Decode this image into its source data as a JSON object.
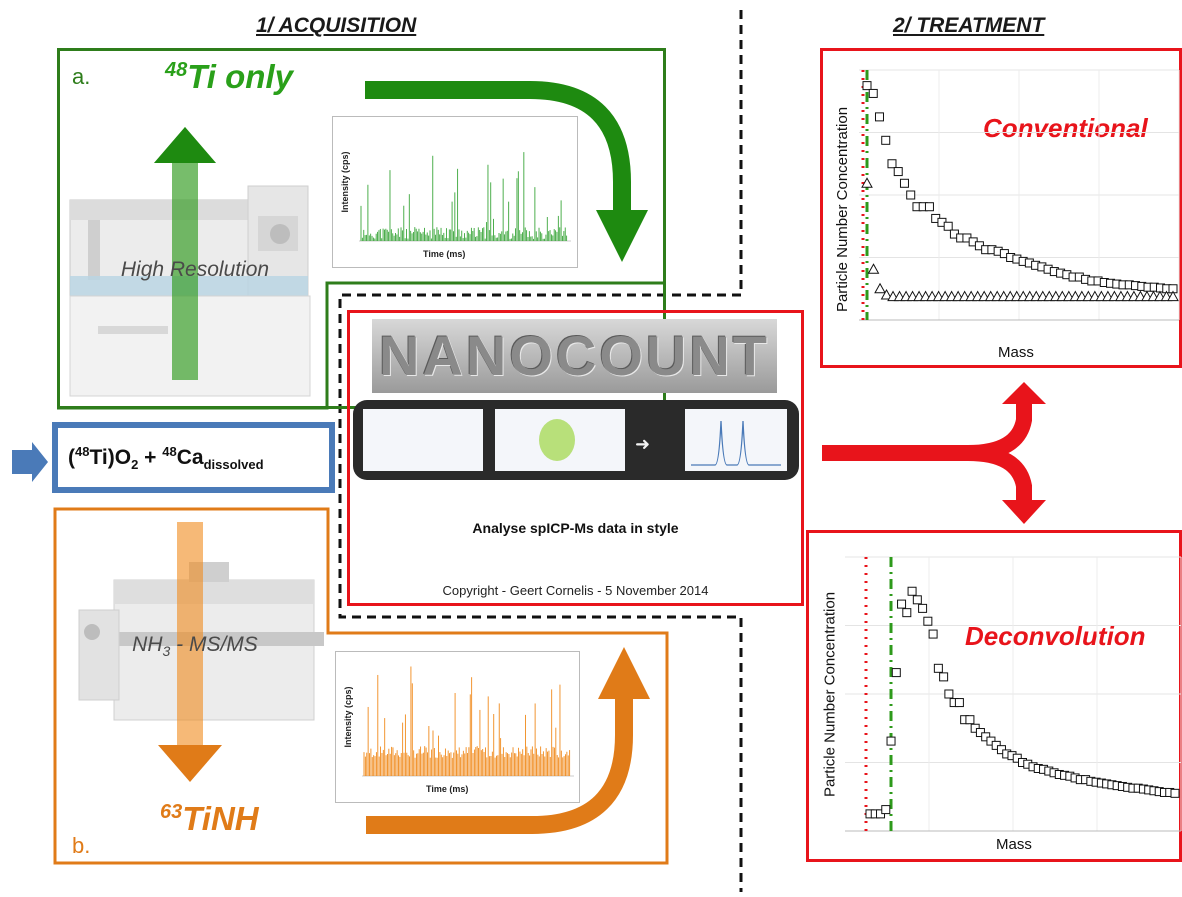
{
  "headings": {
    "acquisition": "1/ ACQUISITION",
    "treatment": "2/ TREATMENT"
  },
  "acquisition": {
    "a": {
      "letter": "a.",
      "isotope_sup": "48",
      "isotope_text": "Ti only",
      "machine_label": "High Resolution",
      "mini_chart": {
        "ylabel": "Intensity (cps)",
        "xlabel": "Time (ms)",
        "color": "#3aa63a"
      }
    },
    "b": {
      "letter": "b.",
      "isotope_sup": "63",
      "isotope_text": "TiNH",
      "machine_label_main": "NH",
      "machine_label_sub": "3",
      "machine_label_rest": " - MS/MS",
      "mini_chart": {
        "ylabel": "Intensity (cps)",
        "xlabel": "Time (ms)",
        "color": "#f08a1c"
      }
    }
  },
  "sample": {
    "open": "(",
    "sup1": "48",
    "ti": "Ti)O",
    "sub2": "2",
    "plus": " + ",
    "sup2": "48",
    "ca": "Ca",
    "sub_dissolved": "dissolved"
  },
  "nanocount": {
    "logo": "NANOCOUNT",
    "tagline": "Analyse spICP-Ms data in style",
    "copyright": "Copyright - Geert Cornelis - 5 November 2014"
  },
  "treatment": {
    "conventional": {
      "title": "Conventional",
      "ylabel": "Particle Number Concentration",
      "xlabel": "Mass"
    },
    "deconvolution": {
      "title": "Deconvolution",
      "ylabel": "Particle Number Concentration",
      "xlabel": "Mass"
    }
  },
  "colors": {
    "green": "#2e7d1b",
    "orange": "#e07b18",
    "red": "#e8141b",
    "blue": "#4a7ab8"
  },
  "chart_data": [
    {
      "type": "scatter",
      "title": "Conventional",
      "xlabel": "Mass",
      "ylabel": "Particle Number Concentration",
      "series": [
        {
          "marker": "square",
          "values": [
            3.0,
            2.9,
            2.6,
            2.3,
            2.0,
            1.9,
            1.75,
            1.6,
            1.45,
            1.45,
            1.45,
            1.3,
            1.25,
            1.2,
            1.1,
            1.05,
            1.05,
            1.0,
            0.95,
            0.9,
            0.9,
            0.88,
            0.85,
            0.8,
            0.78,
            0.75,
            0.73,
            0.7,
            0.68,
            0.65,
            0.62,
            0.6,
            0.58,
            0.55,
            0.55,
            0.52,
            0.5,
            0.5,
            0.48,
            0.47,
            0.46,
            0.45,
            0.45,
            0.44,
            0.43,
            0.42,
            0.42,
            0.41,
            0.4,
            0.4
          ]
        },
        {
          "marker": "triangle",
          "values": [
            1.75,
            0.65,
            0.4,
            0.32,
            0.3,
            0.3,
            0.3,
            0.3,
            0.3,
            0.3,
            0.3,
            0.3,
            0.3,
            0.3,
            0.3,
            0.3,
            0.3,
            0.3,
            0.3,
            0.3,
            0.3,
            0.3,
            0.3,
            0.3,
            0.3,
            0.3,
            0.3,
            0.3,
            0.3,
            0.3,
            0.3,
            0.3,
            0.3,
            0.3,
            0.3,
            0.3,
            0.3,
            0.3,
            0.3,
            0.3,
            0.3,
            0.3,
            0.3,
            0.3,
            0.3,
            0.3,
            0.3,
            0.3
          ]
        }
      ]
    },
    {
      "type": "scatter",
      "title": "Deconvolution",
      "xlabel": "Mass",
      "ylabel": "Particle Number Concentration",
      "series": [
        {
          "marker": "square",
          "values": [
            0.2,
            0.2,
            0.2,
            0.25,
            1.05,
            1.85,
            2.65,
            2.55,
            2.8,
            2.7,
            2.6,
            2.45,
            2.3,
            1.9,
            1.8,
            1.6,
            1.5,
            1.5,
            1.3,
            1.3,
            1.2,
            1.15,
            1.1,
            1.05,
            1.0,
            0.95,
            0.9,
            0.88,
            0.85,
            0.8,
            0.78,
            0.75,
            0.73,
            0.72,
            0.7,
            0.68,
            0.66,
            0.65,
            0.64,
            0.62,
            0.6,
            0.6,
            0.58,
            0.57,
            0.56,
            0.55,
            0.54,
            0.53,
            0.52,
            0.51,
            0.5,
            0.5,
            0.49,
            0.48,
            0.47,
            0.46,
            0.45,
            0.45,
            0.44
          ]
        }
      ]
    }
  ]
}
